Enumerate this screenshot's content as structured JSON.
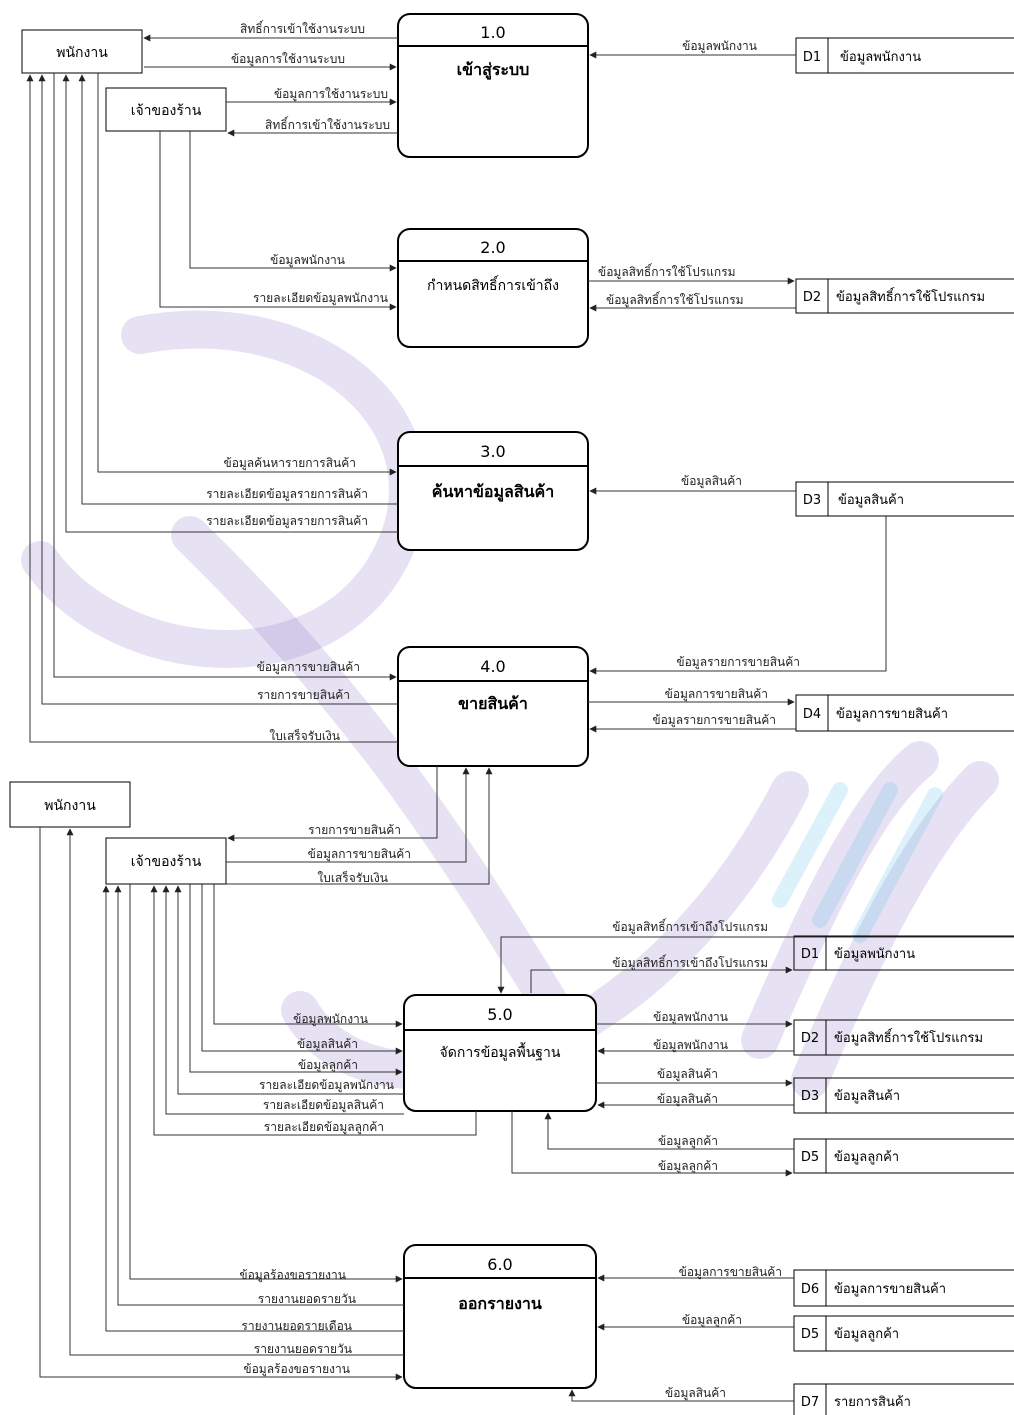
{
  "entities": {
    "employee": "พนักงาน",
    "owner": "เจ้าของร้าน"
  },
  "processes": {
    "p1": {
      "num": "1.0",
      "name": "เข้าสู่ระบบ"
    },
    "p2": {
      "num": "2.0",
      "name": "กำหนดสิทธิ์การเข้าถึง"
    },
    "p3": {
      "num": "3.0",
      "name": "ค้นหาข้อมูลสินค้า"
    },
    "p4": {
      "num": "4.0",
      "name": "ขายสินค้า"
    },
    "p5": {
      "num": "5.0",
      "name": "จัดการข้อมูลพื้นฐาน"
    },
    "p6": {
      "num": "6.0",
      "name": "ออกรายงาน"
    }
  },
  "datastores": {
    "d1a": {
      "id": "D1",
      "name": "ข้อมูลพนักงาน"
    },
    "d2a": {
      "id": "D2",
      "name": "ข้อมูลสิทธิ์การใช้โปรแกรม"
    },
    "d3a": {
      "id": "D3",
      "name": "ข้อมูลสินค้า"
    },
    "d4": {
      "id": "D4",
      "name": "ข้อมูลการขายสินค้า"
    },
    "d1b": {
      "id": "D1",
      "name": "ข้อมูลพนักงาน"
    },
    "d2b": {
      "id": "D2",
      "name": "ข้อมูลสิทธิ์การใช้โปรแกรม"
    },
    "d3b": {
      "id": "D3",
      "name": "ข้อมูลสินค้า"
    },
    "d5a": {
      "id": "D5",
      "name": "ข้อมูลลูกค้า"
    },
    "d6": {
      "id": "D6",
      "name": "ข้อมูลการขายสินค้า"
    },
    "d5b": {
      "id": "D5",
      "name": "ข้อมูลลูกค้า"
    },
    "d7": {
      "id": "D7",
      "name": "รายการสินค้า"
    }
  },
  "flows": {
    "f1": "สิทธิ์การเข้าใช้งานระบบ",
    "f2": "ข้อมูลการใช้งานระบบ",
    "f3": "ข้อมูลการใช้งานระบบ",
    "f4": "สิทธิ์การเข้าใช้งานระบบ",
    "f5": "ข้อมูลพนักงาน",
    "f6": "ข้อมูลพนักงาน",
    "f7": "รายละเอียดข้อมูลพนักงาน",
    "f8": "ข้อมูลสิทธิ์การใช้โปรแกรม",
    "f9": "ข้อมูลสิทธิ์การใช้โปรแกรม",
    "f10": "ข้อมูลค้นหารายการสินค้า",
    "f11": "รายละเอียดข้อมูลรายการสินค้า",
    "f12": "รายละเอียดข้อมูลรายการสินค้า",
    "f13": "ข้อมูลสินค้า",
    "f14": "ข้อมูลการขายสินค้า",
    "f15": "รายการขายสินค้า",
    "f16": "ใบเสร็จรับเงิน",
    "f17": "ข้อมูลรายการขายสินค้า",
    "f18": "ข้อมูลการขายสินค้า",
    "f19": "ข้อมูลรายการขายสินค้า",
    "f20": "รายการขายสินค้า",
    "f21": "ข้อมูลการขายสินค้า",
    "f22": "ใบเสร็จรับเงิน",
    "f23": "ข้อมูลสิทธิ์การเข้าถึงโปรแกรม",
    "f24": "ข้อมูลสิทธิ์การเข้าถึงโปรแกรม",
    "f25": "ข้อมูลพนักงาน",
    "f26": "ข้อมูลสินค้า",
    "f27": "ข้อมูลลูกค้า",
    "f28": "รายละเอียดข้อมูลพนักงาน",
    "f29": "รายละเอียดข้อมูลสินค้า",
    "f30": "รายละเอียดข้อมูลลูกค้า",
    "f31": "ข้อมูลพนักงาน",
    "f32": "ข้อมูลพนักงาน",
    "f33": "ข้อมูลสินค้า",
    "f34": "ข้อมูลสินค้า",
    "f35": "ข้อมูลลูกค้า",
    "f36": "ข้อมูลลูกค้า",
    "f37": "ข้อมูลร้องขอรายงาน",
    "f38": "รายงานยอดรายวัน",
    "f39": "รายงานยอดรายเดือน",
    "f40": "รายงานยอดรายวัน",
    "f41": "ข้อมูลร้องขอรายงาน",
    "f42": "ข้อมูลการขายสินค้า",
    "f43": "ข้อมูลลูกค้า",
    "f44": "ข้อมูลสินค้า"
  },
  "colors": {
    "watermark_purple": "#7a5cbf",
    "watermark_blue": "#55b9e8"
  }
}
